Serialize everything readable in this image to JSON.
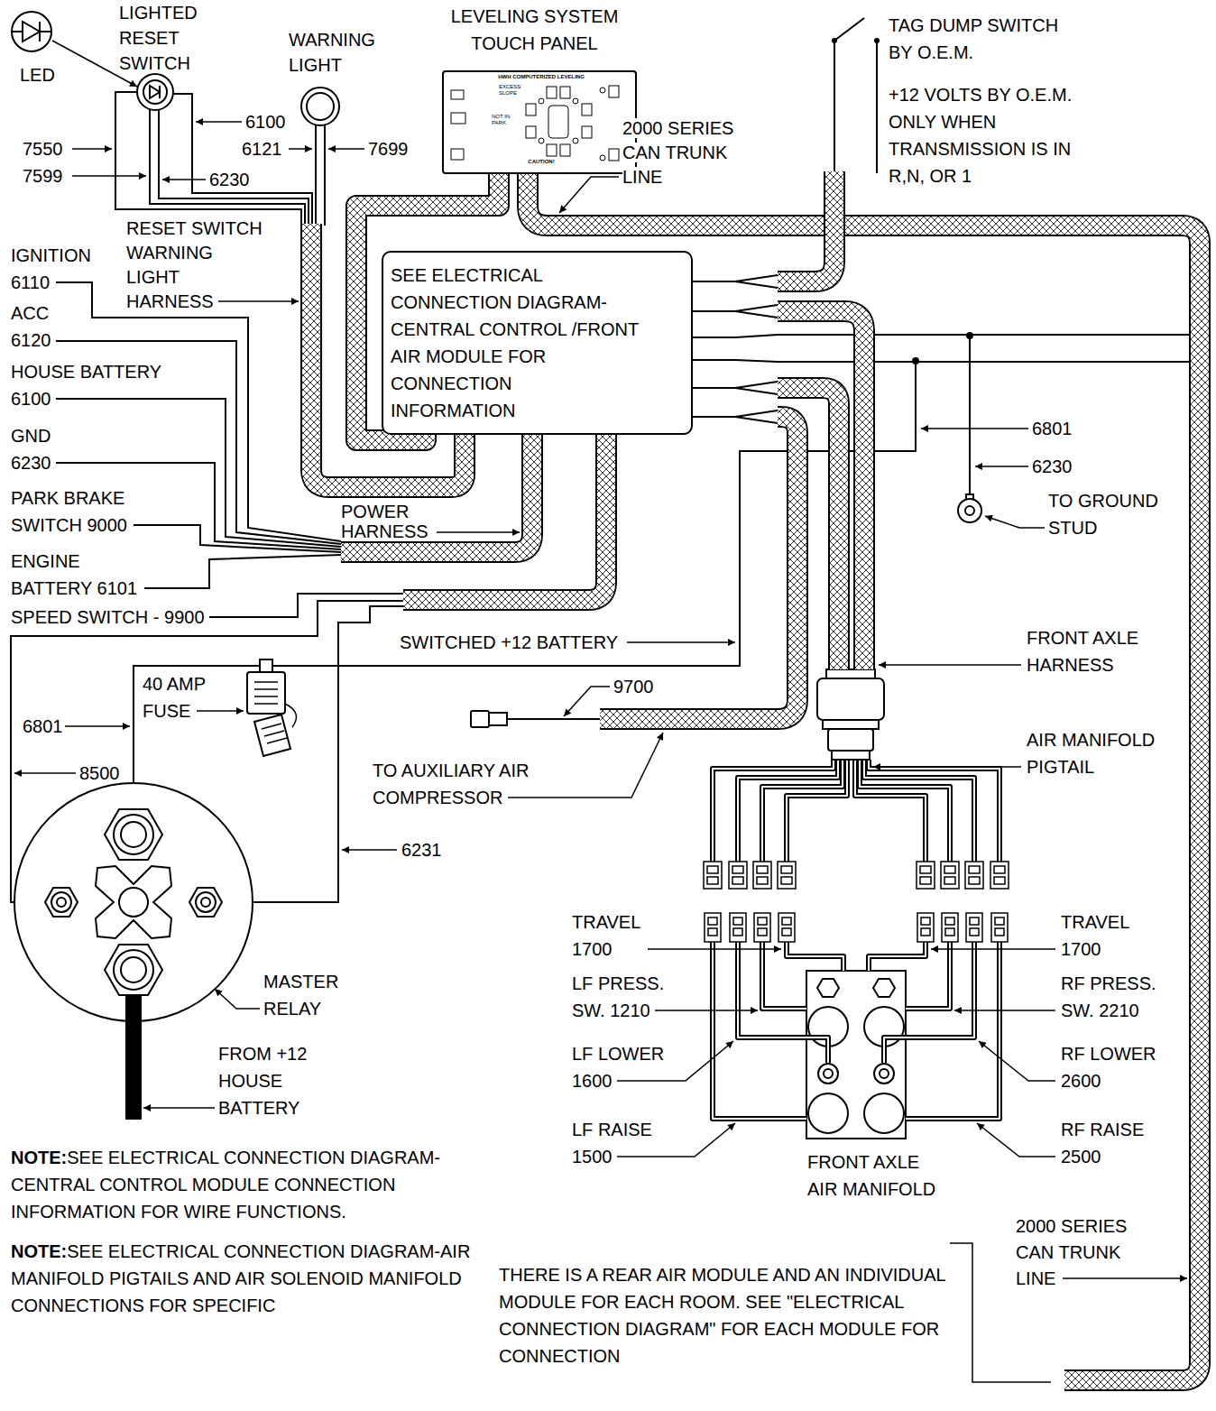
{
  "diagram": {
    "nodes": [
      {
        "text": [
          "LEVELING SYSTEM TOUCH PANEL"
        ]
      },
      {
        "text": [
          "SEE ELECTRICAL CONNECTION DIAGRAM-CENTRAL CONTROL /FRONT AIR MODULE FOR CONNECTION INFORMATION"
        ]
      }
    ],
    "edges": [
      {
        "from": 0,
        "to": 1,
        "arrow": "none"
      }
    ],
    "labels": [
      "LED",
      "LIGHTED RESET SWITCH",
      "WARNING LIGHT",
      "TAG DUMP SWITCH BY O.E.M.",
      "+12 VOLTS BY O.E.M. ONLY WHEN TRANSMISSION IS IN R,N, OR 1",
      "6100",
      "6121",
      "7699",
      "7550",
      "7599",
      "6230",
      "2000 SERIES CAN TRUNK LINE",
      "RESET SWITCH WARNING LIGHT HARNESS",
      "IGNITION 6110",
      "ACC 6120",
      "HOUSE BATTERY 6100",
      "GND 6230",
      "PARK BRAKE SWITCH 9000",
      "ENGINE BATTERY 6101",
      "SPEED SWITCH - 9900",
      "POWER HARNESS",
      "SWITCHED +12 BATTERY",
      "6801",
      "6230",
      "TO GROUND STUD",
      "FRONT AXLE HARNESS",
      "40 AMP FUSE",
      "9700",
      "6801",
      "8500",
      "TO AUXILIARY AIR COMPRESSOR",
      "AIR MANIFOLD PIGTAIL",
      "6231",
      "TRAVEL 1700",
      "LF PRESS. SW. 1210",
      "LF LOWER 1600",
      "LF RAISE 1500",
      "TRAVEL 1700",
      "RF PRESS. SW. 2210",
      "RF LOWER 2600",
      "RF RAISE 2500",
      "MASTER RELAY",
      "FROM +12 HOUSE BATTERY",
      "FRONT AXLE AIR MANIFOLD",
      "NOTE:",
      "SEE ELECTRICAL CONNECTION DIAGRAM-CENTRAL CONTROL MODULE CONNECTION INFORMATION FOR WIRE FUNCTIONS.",
      "NOTE:",
      "SEE ELECTRICAL CONNECTION DIAGRAM-AIR MANIFOLD PIGTAILS AND AIR SOLENOID MANIFOLD CONNECTIONS FOR SPECIFIC",
      "THERE IS A REAR AIR MODULE AND AN INDIVIDUAL MODULE FOR EACH ROOM. SEE \"ELECTRICAL CONNECTION DIAGRAM\" FOR EACH MODULE FOR CONNECTION",
      "2000 SERIES CAN TRUNK LINE",
      "HWH COMPUTERIZED LEVELING",
      "EXCESS SLOPE",
      "NOT IN PARK",
      "CAUTION!"
    ]
  }
}
